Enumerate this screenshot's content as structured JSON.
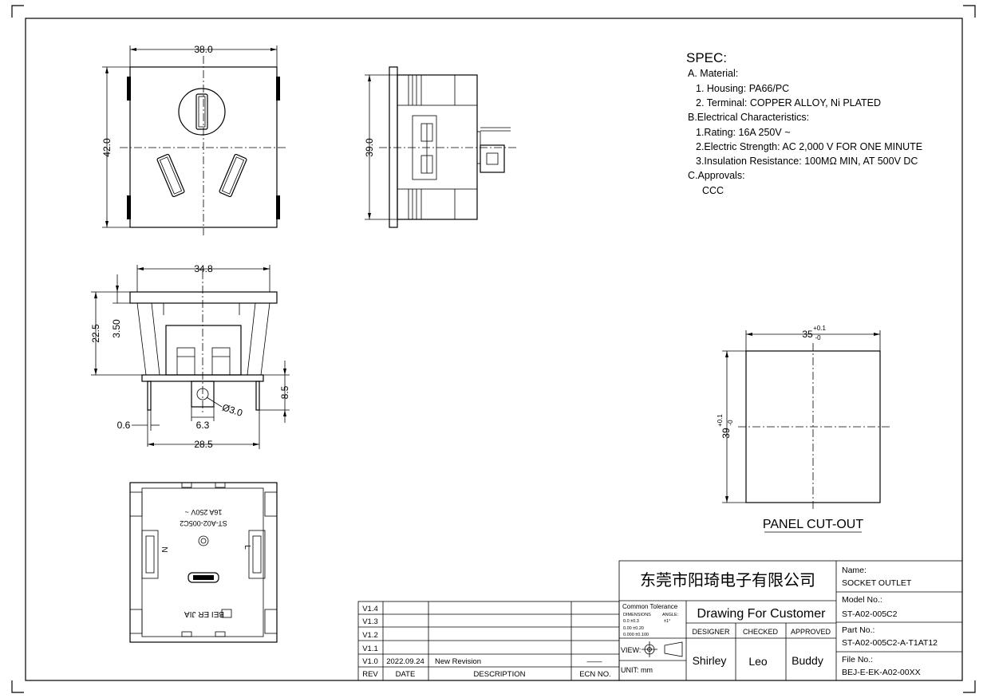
{
  "dimensions": {
    "front_width": "38.0",
    "front_height": "42.0",
    "side_height": "39.0",
    "top_width": "34.8",
    "depth_total": "22.5",
    "flange": "3.50",
    "pin_length": "8.5",
    "hole_dia": "Ø3.0",
    "pin_thickness": "0.6",
    "pin_width": "6.3",
    "pin_span": "28.5"
  },
  "bottom_view": {
    "model_mark": "ST-A02-005C2",
    "rating_mark": "16A 250V ~",
    "left_letter": "N",
    "right_letter": "L",
    "brand_mark": "BEI ER JIA"
  },
  "spec": {
    "title": "SPEC:",
    "lines": [
      "A. Material:",
      "1.  Housing: PA66/PC",
      "2.  Terminal: COPPER ALLOY, Ni PLATED",
      "B.Electrical Characteristics:",
      "1.Rating:  16A 250V ~",
      "2.Electric Strength: AC 2,000 V FOR ONE MINUTE",
      "3.Insulation Resistance: 100MΩ MIN, AT 500V DC",
      "C.Approvals:",
      "CCC"
    ]
  },
  "cutout": {
    "width": "35",
    "width_tol_upper": "+0.1",
    "width_tol_lower": "-0",
    "height": "39",
    "height_tol_upper": "+0.1",
    "height_tol_lower": "-0",
    "label": "PANEL CUT-OUT"
  },
  "revision_table": {
    "rows": [
      {
        "rev": "V1.4",
        "date": "",
        "description": "",
        "ecn": ""
      },
      {
        "rev": "V1.3",
        "date": "",
        "description": "",
        "ecn": ""
      },
      {
        "rev": "V1.2",
        "date": "",
        "description": "",
        "ecn": ""
      },
      {
        "rev": "V1.1",
        "date": "",
        "description": "",
        "ecn": ""
      },
      {
        "rev": "V1.0",
        "date": "2022.09.24",
        "description": "New Revision",
        "ecn": "——"
      }
    ],
    "headers": {
      "rev": "REV",
      "date": "DATE",
      "description": "DESCRIPTION",
      "ecn": "ECN NO."
    }
  },
  "title_block": {
    "company": "东莞市阳琦电子有限公司",
    "tolerance_title": "Common Tolerance",
    "tolerance_dim_label": "DIMENSIONS",
    "tolerance_angle_label": "ANGLE:",
    "tol_rows": [
      "0.0    ±0.3",
      "0.00   ±0.20",
      "0.000  ±0.100"
    ],
    "tol_angle": "±1°",
    "view_label": "VIEW:",
    "unit_label": "UNIT: mm",
    "drawing_for": "Drawing For Customer",
    "designer_label": "DESIGNER",
    "checked_label": "CHECKED",
    "approved_label": "APPROVED",
    "designer": "Shirley",
    "checked": "Leo",
    "approved": "Buddy",
    "name_label": "Name:",
    "name_value": "SOCKET OUTLET",
    "model_label": "Model No.:",
    "model_value": "ST-A02-005C2",
    "part_label": "Part No.:",
    "part_value": "ST-A02-005C2-A-T1AT12",
    "file_label": "File No.:",
    "file_value": "BEJ-E-EK-A02-00XX"
  }
}
